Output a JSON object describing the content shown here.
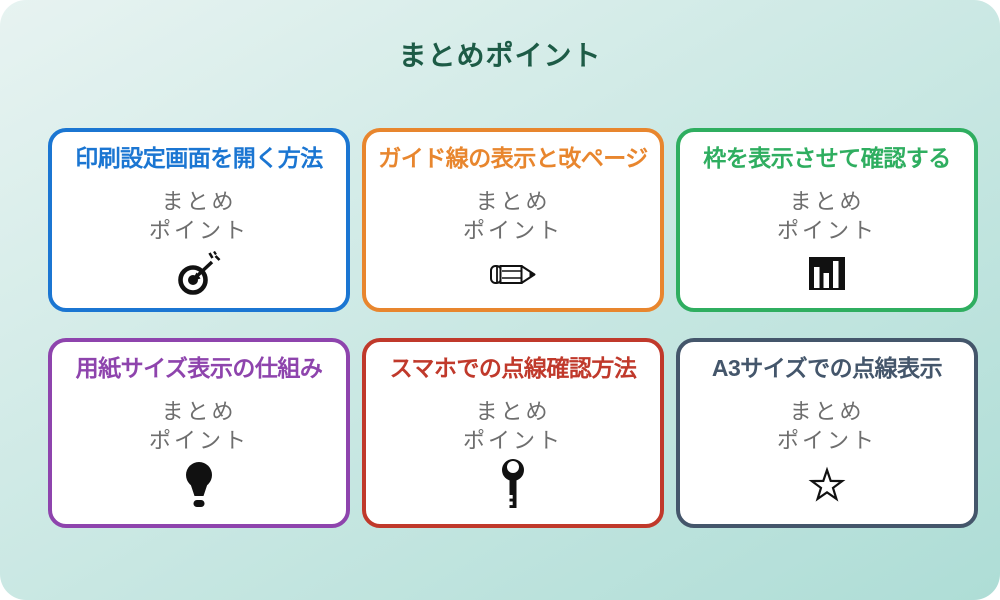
{
  "page": {
    "title": "まとめポイント"
  },
  "theme": {
    "background_top": "#e7f3f1",
    "background_bottom": "#aeddd6",
    "title_color": "#1d5b46",
    "card_background": "#ffffff",
    "body_text_color": "#6e6e6e",
    "icon_color": "#111111"
  },
  "cards": [
    {
      "title": "印刷設定画面を開く方法",
      "accent": "#1b76d2",
      "body_line1": "まとめ",
      "body_line2": "ポイント",
      "icon": "target-icon"
    },
    {
      "title": "ガイド線の表示と改ページ",
      "accent": "#e8862e",
      "body_line1": "まとめ",
      "body_line2": "ポイント",
      "icon": "pencil-icon"
    },
    {
      "title": "枠を表示させて確認する",
      "accent": "#2fae60",
      "body_line1": "まとめ",
      "body_line2": "ポイント",
      "icon": "bar-chart-icon"
    },
    {
      "title": "用紙サイズ表示の仕組み",
      "accent": "#8e44ad",
      "body_line1": "まとめ",
      "body_line2": "ポイント",
      "icon": "lightbulb-icon"
    },
    {
      "title": "スマホでの点線確認方法",
      "accent": "#c0392b",
      "body_line1": "まとめ",
      "body_line2": "ポイント",
      "icon": "key-icon"
    },
    {
      "title": "A3サイズでの点線表示",
      "accent": "#44566b",
      "body_line1": "まとめ",
      "body_line2": "ポイント",
      "icon": "star-icon"
    }
  ]
}
